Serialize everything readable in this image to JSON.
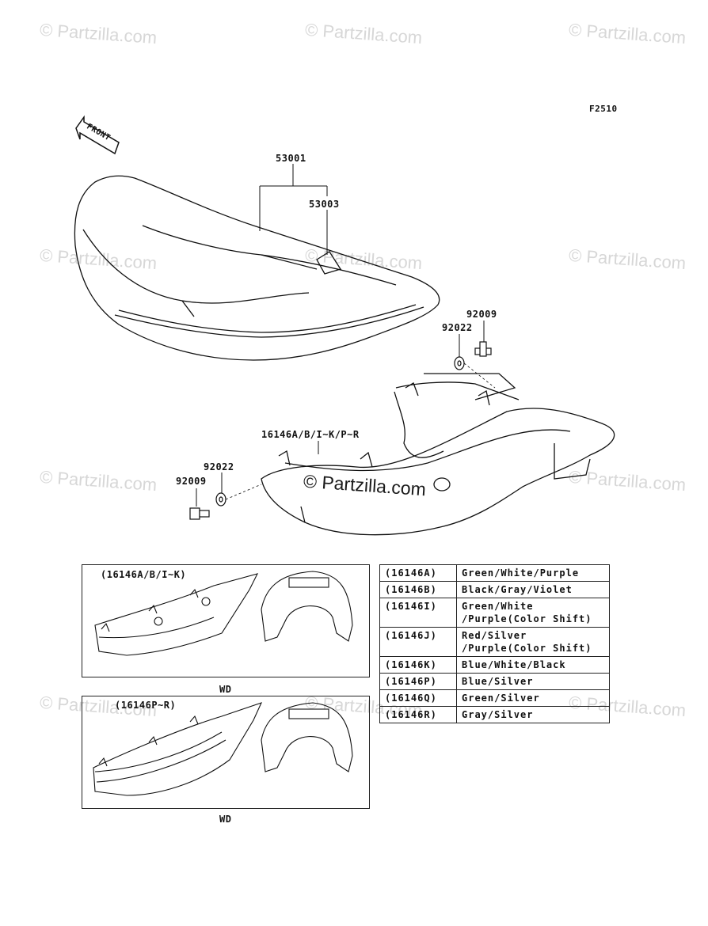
{
  "figure_code": "F2510",
  "front_label": "FRONT",
  "watermark": "© Partzilla.com",
  "callouts": {
    "seat_assembly": "53001",
    "seat_part": "53003",
    "bolt_right": "92009",
    "washer_right": "92022",
    "side_cover": "16146A/B/I~K/P~R",
    "washer_left": "92022",
    "bolt_left": "92009"
  },
  "inset_top": {
    "title": "(16146A/B/I~K)",
    "caption": "WD"
  },
  "inset_bottom": {
    "title": "(16146P~R)",
    "caption": "WD"
  },
  "color_table": [
    {
      "code": "(16146A)",
      "lines": [
        "Green/White/Purple"
      ]
    },
    {
      "code": "(16146B)",
      "lines": [
        "Black/Gray/Violet"
      ]
    },
    {
      "code": "(16146I)",
      "lines": [
        "Green/White",
        "/Purple(Color Shift)"
      ]
    },
    {
      "code": "(16146J)",
      "lines": [
        "Red/Silver",
        "/Purple(Color Shift)"
      ]
    },
    {
      "code": "(16146K)",
      "lines": [
        "Blue/White/Black"
      ]
    },
    {
      "code": "(16146P)",
      "lines": [
        "Blue/Silver"
      ]
    },
    {
      "code": "(16146Q)",
      "lines": [
        "Green/Silver"
      ]
    },
    {
      "code": "(16146R)",
      "lines": [
        "Gray/Silver"
      ]
    }
  ]
}
